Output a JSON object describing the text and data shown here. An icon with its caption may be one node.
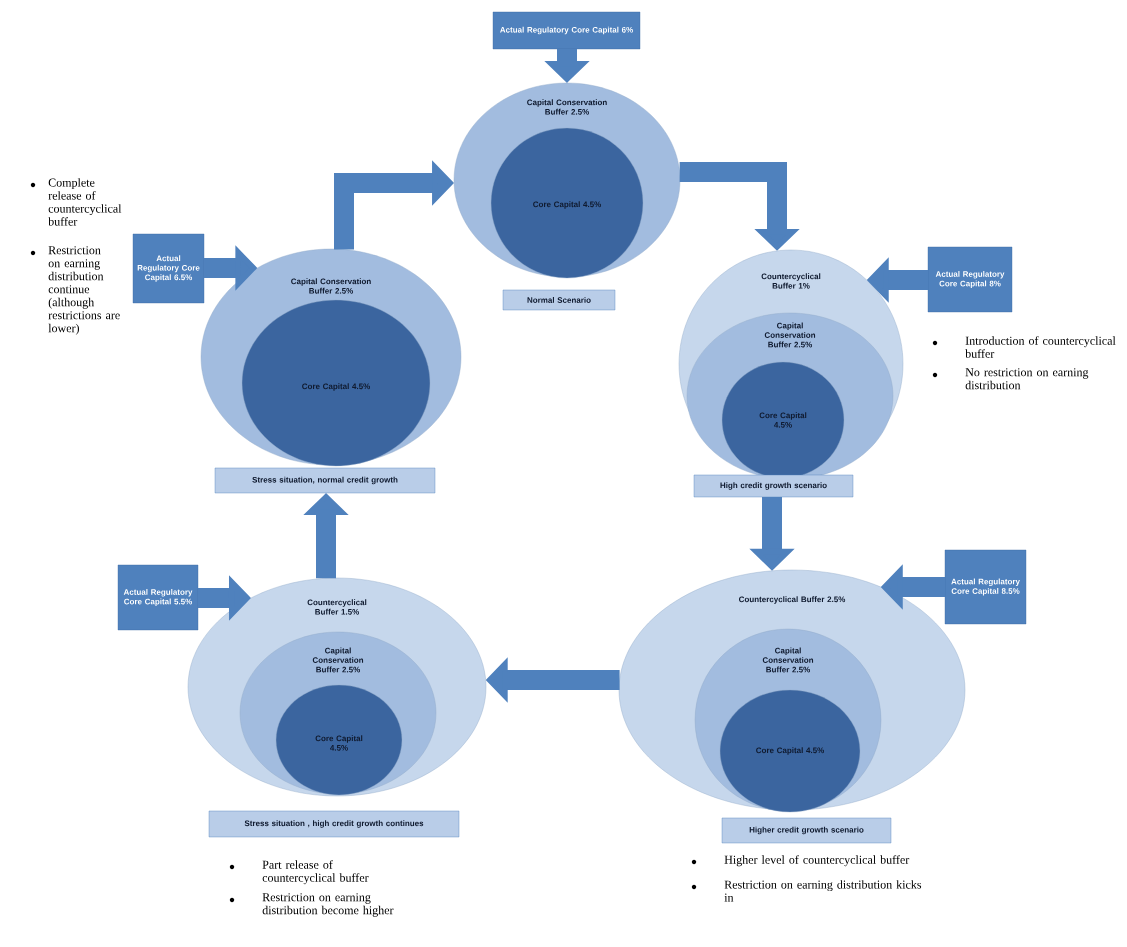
{
  "diagram": {
    "nodes": [
      {
        "text": [
          "Actual Regulatory Core Capital 6%"
        ]
      },
      {
        "text": [
          "Capital Conservation Buffer 2.5%"
        ]
      },
      {
        "text": [
          "Core Capital 4.5%"
        ],
        "in": 1
      },
      {
        "text": [
          "Normal Scenario"
        ]
      },
      {
        "text": [
          "Actual Regulatory Core Capital 8%"
        ]
      },
      {
        "text": [
          "Countercyclical Buffer 1%"
        ]
      },
      {
        "text": [
          "Capital Conservation Buffer 2.5%"
        ],
        "in": 5
      },
      {
        "text": [
          "Core Capital 4.5%"
        ],
        "in": 6
      },
      {
        "text": [
          "High credit growth scenario"
        ]
      },
      {
        "text": [
          "Actual Regulatory Core Capital 8.5%"
        ]
      },
      {
        "text": [
          "Countercyclical Buffer 2.5%"
        ]
      },
      {
        "text": [
          "Capital Conservation Buffer 2.5%"
        ],
        "in": 10
      },
      {
        "text": [
          "Core Capital 4.5%"
        ],
        "in": 11
      },
      {
        "text": [
          "Higher credit growth scenario"
        ]
      },
      {
        "text": [
          "Actual Regulatory Core Capital 5.5%"
        ]
      },
      {
        "text": [
          "Countercyclical Buffer 1.5%"
        ]
      },
      {
        "text": [
          "Capital Conservation Buffer 2.5%"
        ],
        "in": 15
      },
      {
        "text": [
          "Core Capital 4.5%"
        ],
        "in": 16
      },
      {
        "text": [
          "Stress situation , high credit growth continues"
        ]
      },
      {
        "text": [
          "Actual Regulatory Core Capital 6.5%"
        ]
      },
      {
        "text": [
          "Capital Conservation Buffer 2.5%"
        ]
      },
      {
        "text": [
          "Core Capital 4.5%"
        ],
        "in": 20
      },
      {
        "text": [
          "Stress situation, normal credit growth"
        ]
      }
    ],
    "edges": [
      {
        "from": 0,
        "to": 1,
        "arrow": "to"
      },
      {
        "from": 20,
        "to": 1,
        "arrow": "to"
      },
      {
        "from": 1,
        "to": 5,
        "arrow": "to"
      },
      {
        "from": 4,
        "to": 5,
        "arrow": "to"
      },
      {
        "from": 8,
        "to": 10,
        "arrow": "to"
      },
      {
        "from": 9,
        "to": 10,
        "arrow": "to"
      },
      {
        "from": 10,
        "to": 15,
        "arrow": "to"
      },
      {
        "from": 14,
        "to": 15,
        "arrow": "to"
      },
      {
        "from": 15,
        "to": 22,
        "arrow": "to"
      },
      {
        "from": 19,
        "to": 20,
        "arrow": "to"
      }
    ],
    "labels": [
      "Complete release of countercyclical buffer",
      "Restriction on earning distribution continue (although restrictions are lower)",
      "Introduction of countercyclical buffer",
      "No restriction on earning distribution",
      "Part release of countercyclical buffer",
      "Restriction on earning distribution become higher",
      "Higher level of countercyclical buffer",
      "Restriction on earning distribution kicks in"
    ]
  }
}
